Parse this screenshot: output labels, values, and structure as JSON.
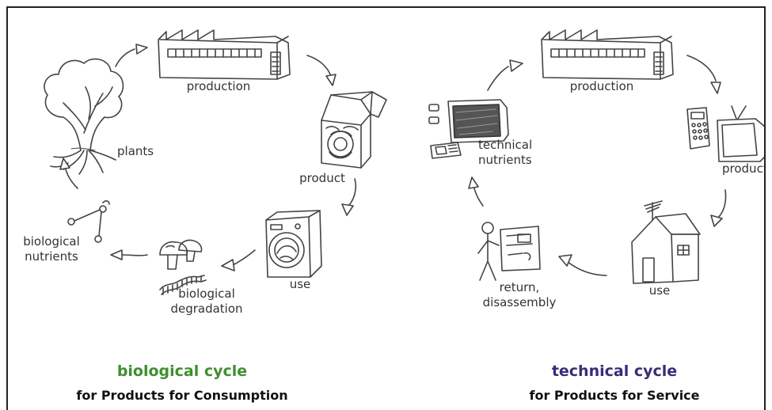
{
  "colors": {
    "biological_title": "#3f8f2e",
    "technical_title": "#3b2a78",
    "ink": "#333333"
  },
  "biological": {
    "title": "biological cycle",
    "subtitle": "for Products for Consumption",
    "nodes": {
      "production": "production",
      "product": "product",
      "use": "use",
      "degradation": "biological\ndegradation",
      "nutrients": "biological\nnutrients",
      "plants": "plants"
    }
  },
  "technical": {
    "title": "technical cycle",
    "subtitle": "for Products for Service",
    "nodes": {
      "production": "production",
      "product": "product",
      "use": "use",
      "return": "return,\ndisassembly",
      "nutrients": "technical\nnutrients"
    }
  },
  "icons": {
    "factory": "factory-icon",
    "tree": "tree-icon",
    "box": "product-box-icon",
    "washer": "washing-machine-icon",
    "mushroom": "mushroom-icon",
    "worm": "worm-icon",
    "molecule": "molecule-icon",
    "tv": "television-icon",
    "calculator": "calculator-icon",
    "house": "house-icon",
    "person": "person-icon",
    "components": "components-icon"
  }
}
